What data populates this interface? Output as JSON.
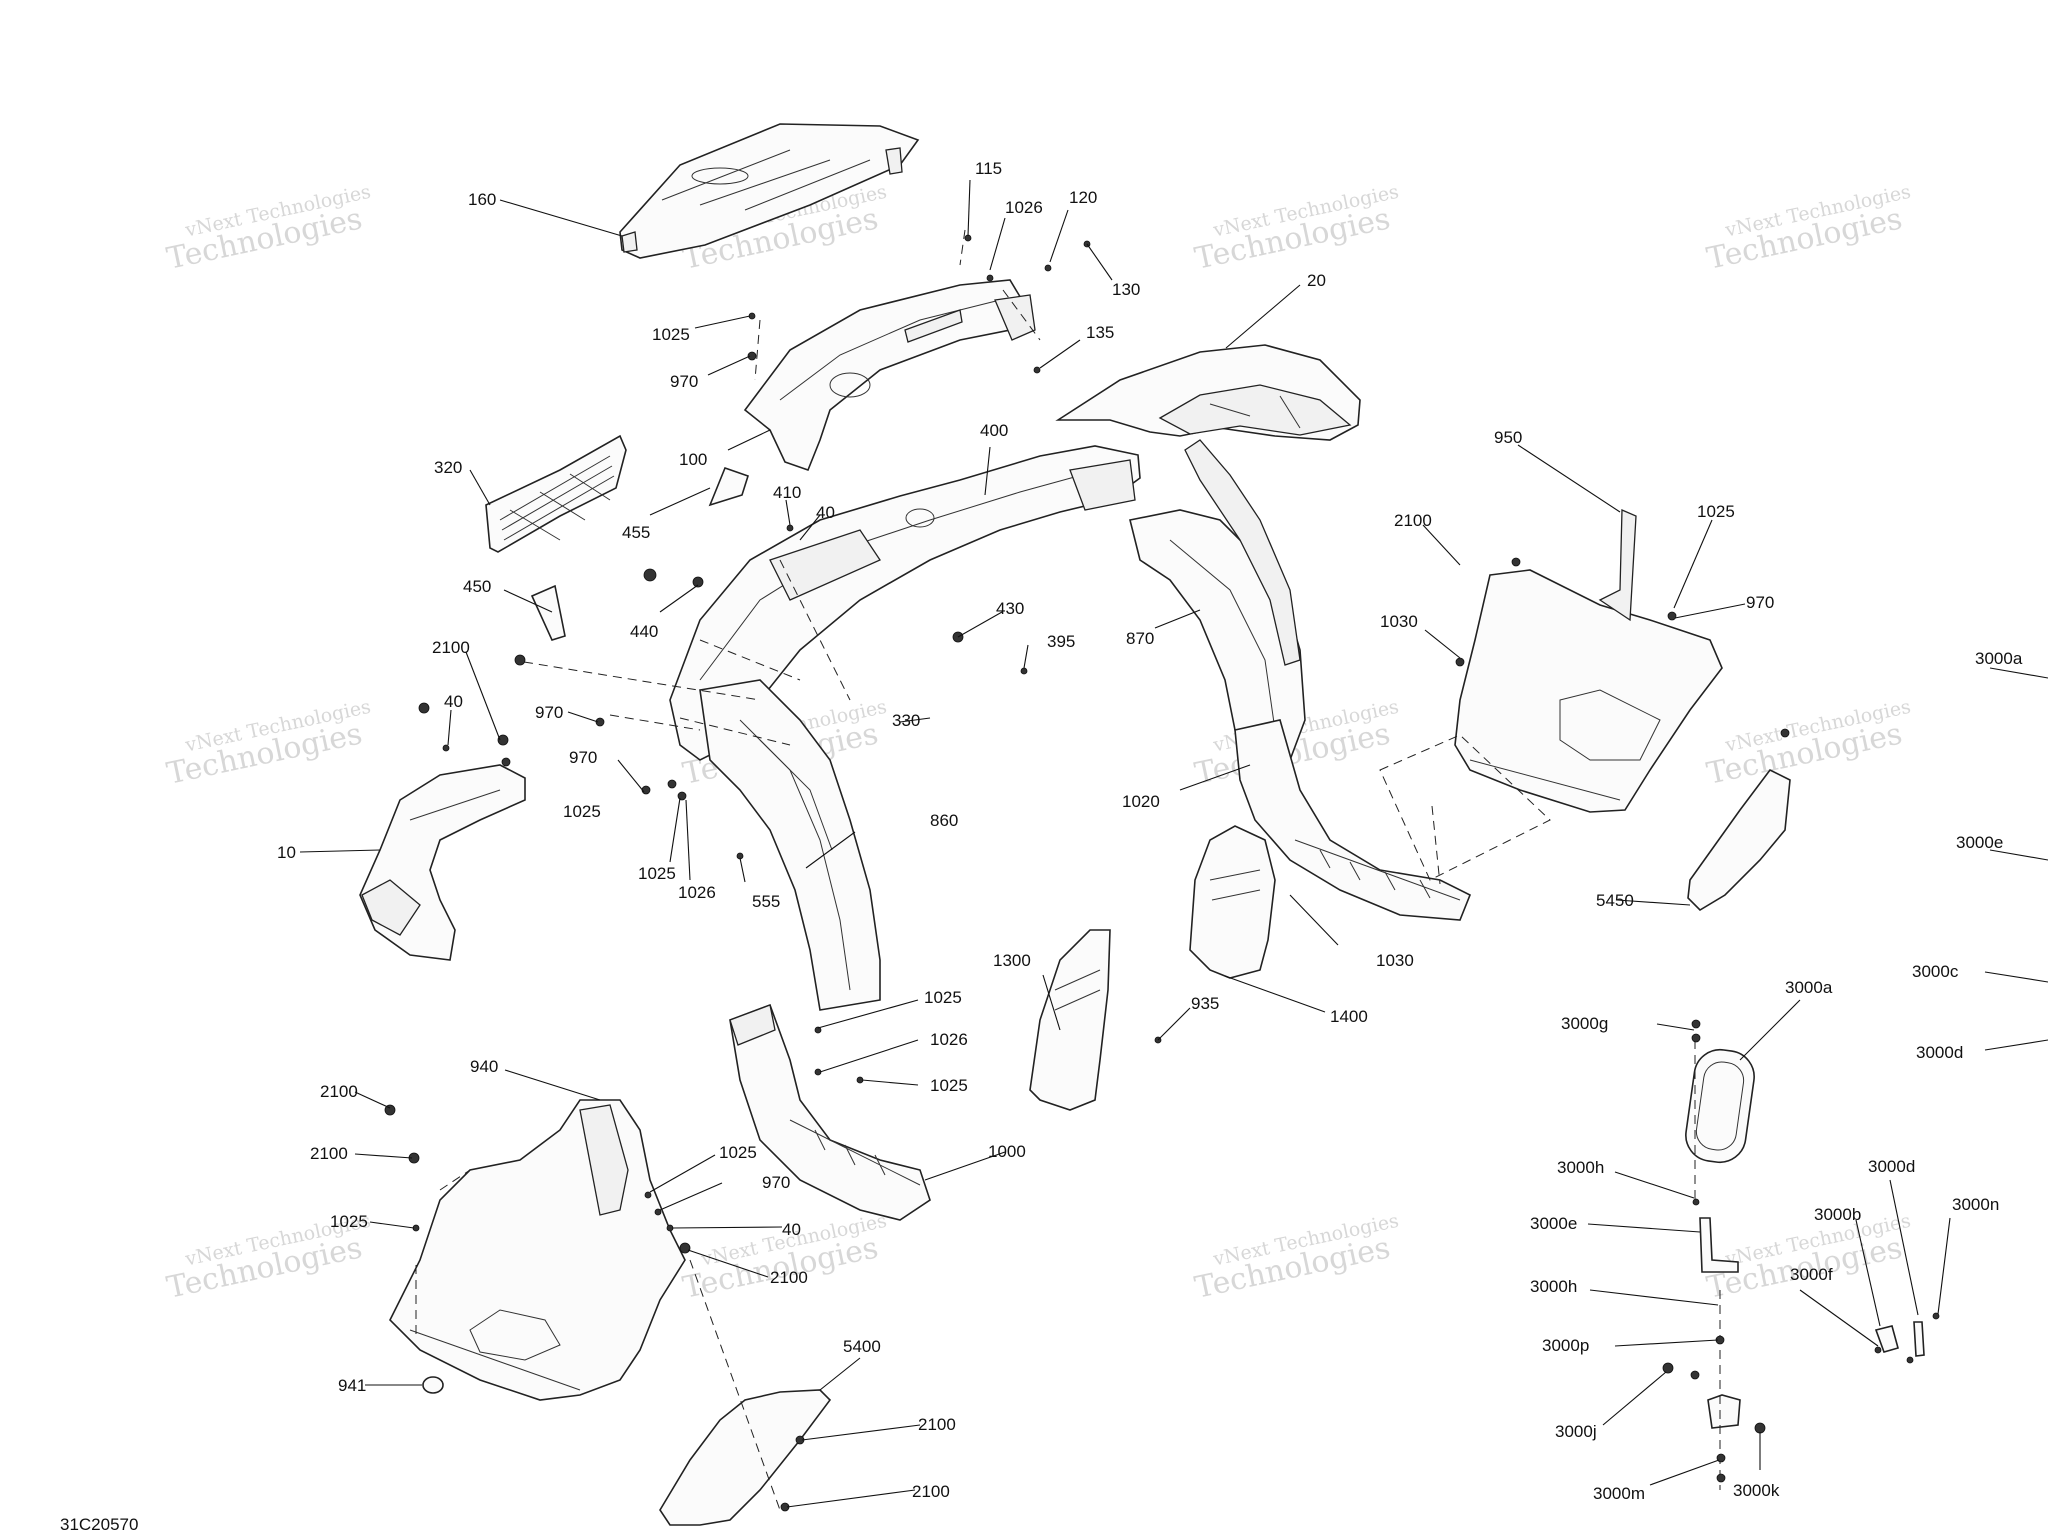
{
  "drawing": {
    "reference": "31C20570",
    "watermark_line1": "vNext Technologies",
    "watermark_line2": "Technologies"
  },
  "callouts": [
    {
      "id": "160",
      "text": "160"
    },
    {
      "id": "115",
      "text": "115"
    },
    {
      "id": "1026-a",
      "text": "1026"
    },
    {
      "id": "120",
      "text": "120"
    },
    {
      "id": "130",
      "text": "130"
    },
    {
      "id": "1025-a",
      "text": "1025"
    },
    {
      "id": "135",
      "text": "135"
    },
    {
      "id": "970-a",
      "text": "970"
    },
    {
      "id": "20",
      "text": "20"
    },
    {
      "id": "100",
      "text": "100"
    },
    {
      "id": "400",
      "text": "400"
    },
    {
      "id": "320",
      "text": "320"
    },
    {
      "id": "410",
      "text": "410"
    },
    {
      "id": "40-a",
      "text": "40"
    },
    {
      "id": "455",
      "text": "455"
    },
    {
      "id": "950",
      "text": "950"
    },
    {
      "id": "2100-a",
      "text": "2100"
    },
    {
      "id": "1025-b",
      "text": "1025"
    },
    {
      "id": "970-b",
      "text": "970"
    },
    {
      "id": "450",
      "text": "450"
    },
    {
      "id": "440",
      "text": "440"
    },
    {
      "id": "430",
      "text": "430"
    },
    {
      "id": "395",
      "text": "395"
    },
    {
      "id": "870",
      "text": "870"
    },
    {
      "id": "1030-a",
      "text": "1030"
    },
    {
      "id": "2100-b",
      "text": "2100"
    },
    {
      "id": "40-b",
      "text": "40"
    },
    {
      "id": "970-c",
      "text": "970"
    },
    {
      "id": "330",
      "text": "330"
    },
    {
      "id": "3000a-a",
      "text": "3000a"
    },
    {
      "id": "970-d",
      "text": "970"
    },
    {
      "id": "1025-c",
      "text": "1025"
    },
    {
      "id": "1020",
      "text": "1020"
    },
    {
      "id": "860",
      "text": "860"
    },
    {
      "id": "10",
      "text": "10"
    },
    {
      "id": "1025-d",
      "text": "1025"
    },
    {
      "id": "1026-b",
      "text": "1026"
    },
    {
      "id": "555",
      "text": "555"
    },
    {
      "id": "3000e-a",
      "text": "3000e"
    },
    {
      "id": "5450",
      "text": "5450"
    },
    {
      "id": "1030-b",
      "text": "1030"
    },
    {
      "id": "1300",
      "text": "1300"
    },
    {
      "id": "3000c",
      "text": "3000c"
    },
    {
      "id": "1025-e",
      "text": "1025"
    },
    {
      "id": "935",
      "text": "935"
    },
    {
      "id": "1400",
      "text": "1400"
    },
    {
      "id": "3000a-b",
      "text": "3000a"
    },
    {
      "id": "3000g",
      "text": "3000g"
    },
    {
      "id": "1026-c",
      "text": "1026"
    },
    {
      "id": "3000d-a",
      "text": "3000d"
    },
    {
      "id": "940",
      "text": "940"
    },
    {
      "id": "1025-f",
      "text": "1025"
    },
    {
      "id": "2100-c",
      "text": "2100"
    },
    {
      "id": "1000",
      "text": "1000"
    },
    {
      "id": "2100-d",
      "text": "2100"
    },
    {
      "id": "1025-g",
      "text": "1025"
    },
    {
      "id": "3000h-a",
      "text": "3000h"
    },
    {
      "id": "3000d-b",
      "text": "3000d"
    },
    {
      "id": "970-e",
      "text": "970"
    },
    {
      "id": "3000b",
      "text": "3000b"
    },
    {
      "id": "3000n",
      "text": "3000n"
    },
    {
      "id": "1025-h",
      "text": "1025"
    },
    {
      "id": "40-c",
      "text": "40"
    },
    {
      "id": "3000e-b",
      "text": "3000e"
    },
    {
      "id": "2100-e",
      "text": "2100"
    },
    {
      "id": "3000f",
      "text": "3000f"
    },
    {
      "id": "3000h-b",
      "text": "3000h"
    },
    {
      "id": "5400",
      "text": "5400"
    },
    {
      "id": "3000p",
      "text": "3000p"
    },
    {
      "id": "941",
      "text": "941"
    },
    {
      "id": "2100-f",
      "text": "2100"
    },
    {
      "id": "3000j",
      "text": "3000j"
    },
    {
      "id": "2100-g",
      "text": "2100"
    },
    {
      "id": "3000m",
      "text": "3000m"
    },
    {
      "id": "3000k",
      "text": "3000k"
    }
  ]
}
